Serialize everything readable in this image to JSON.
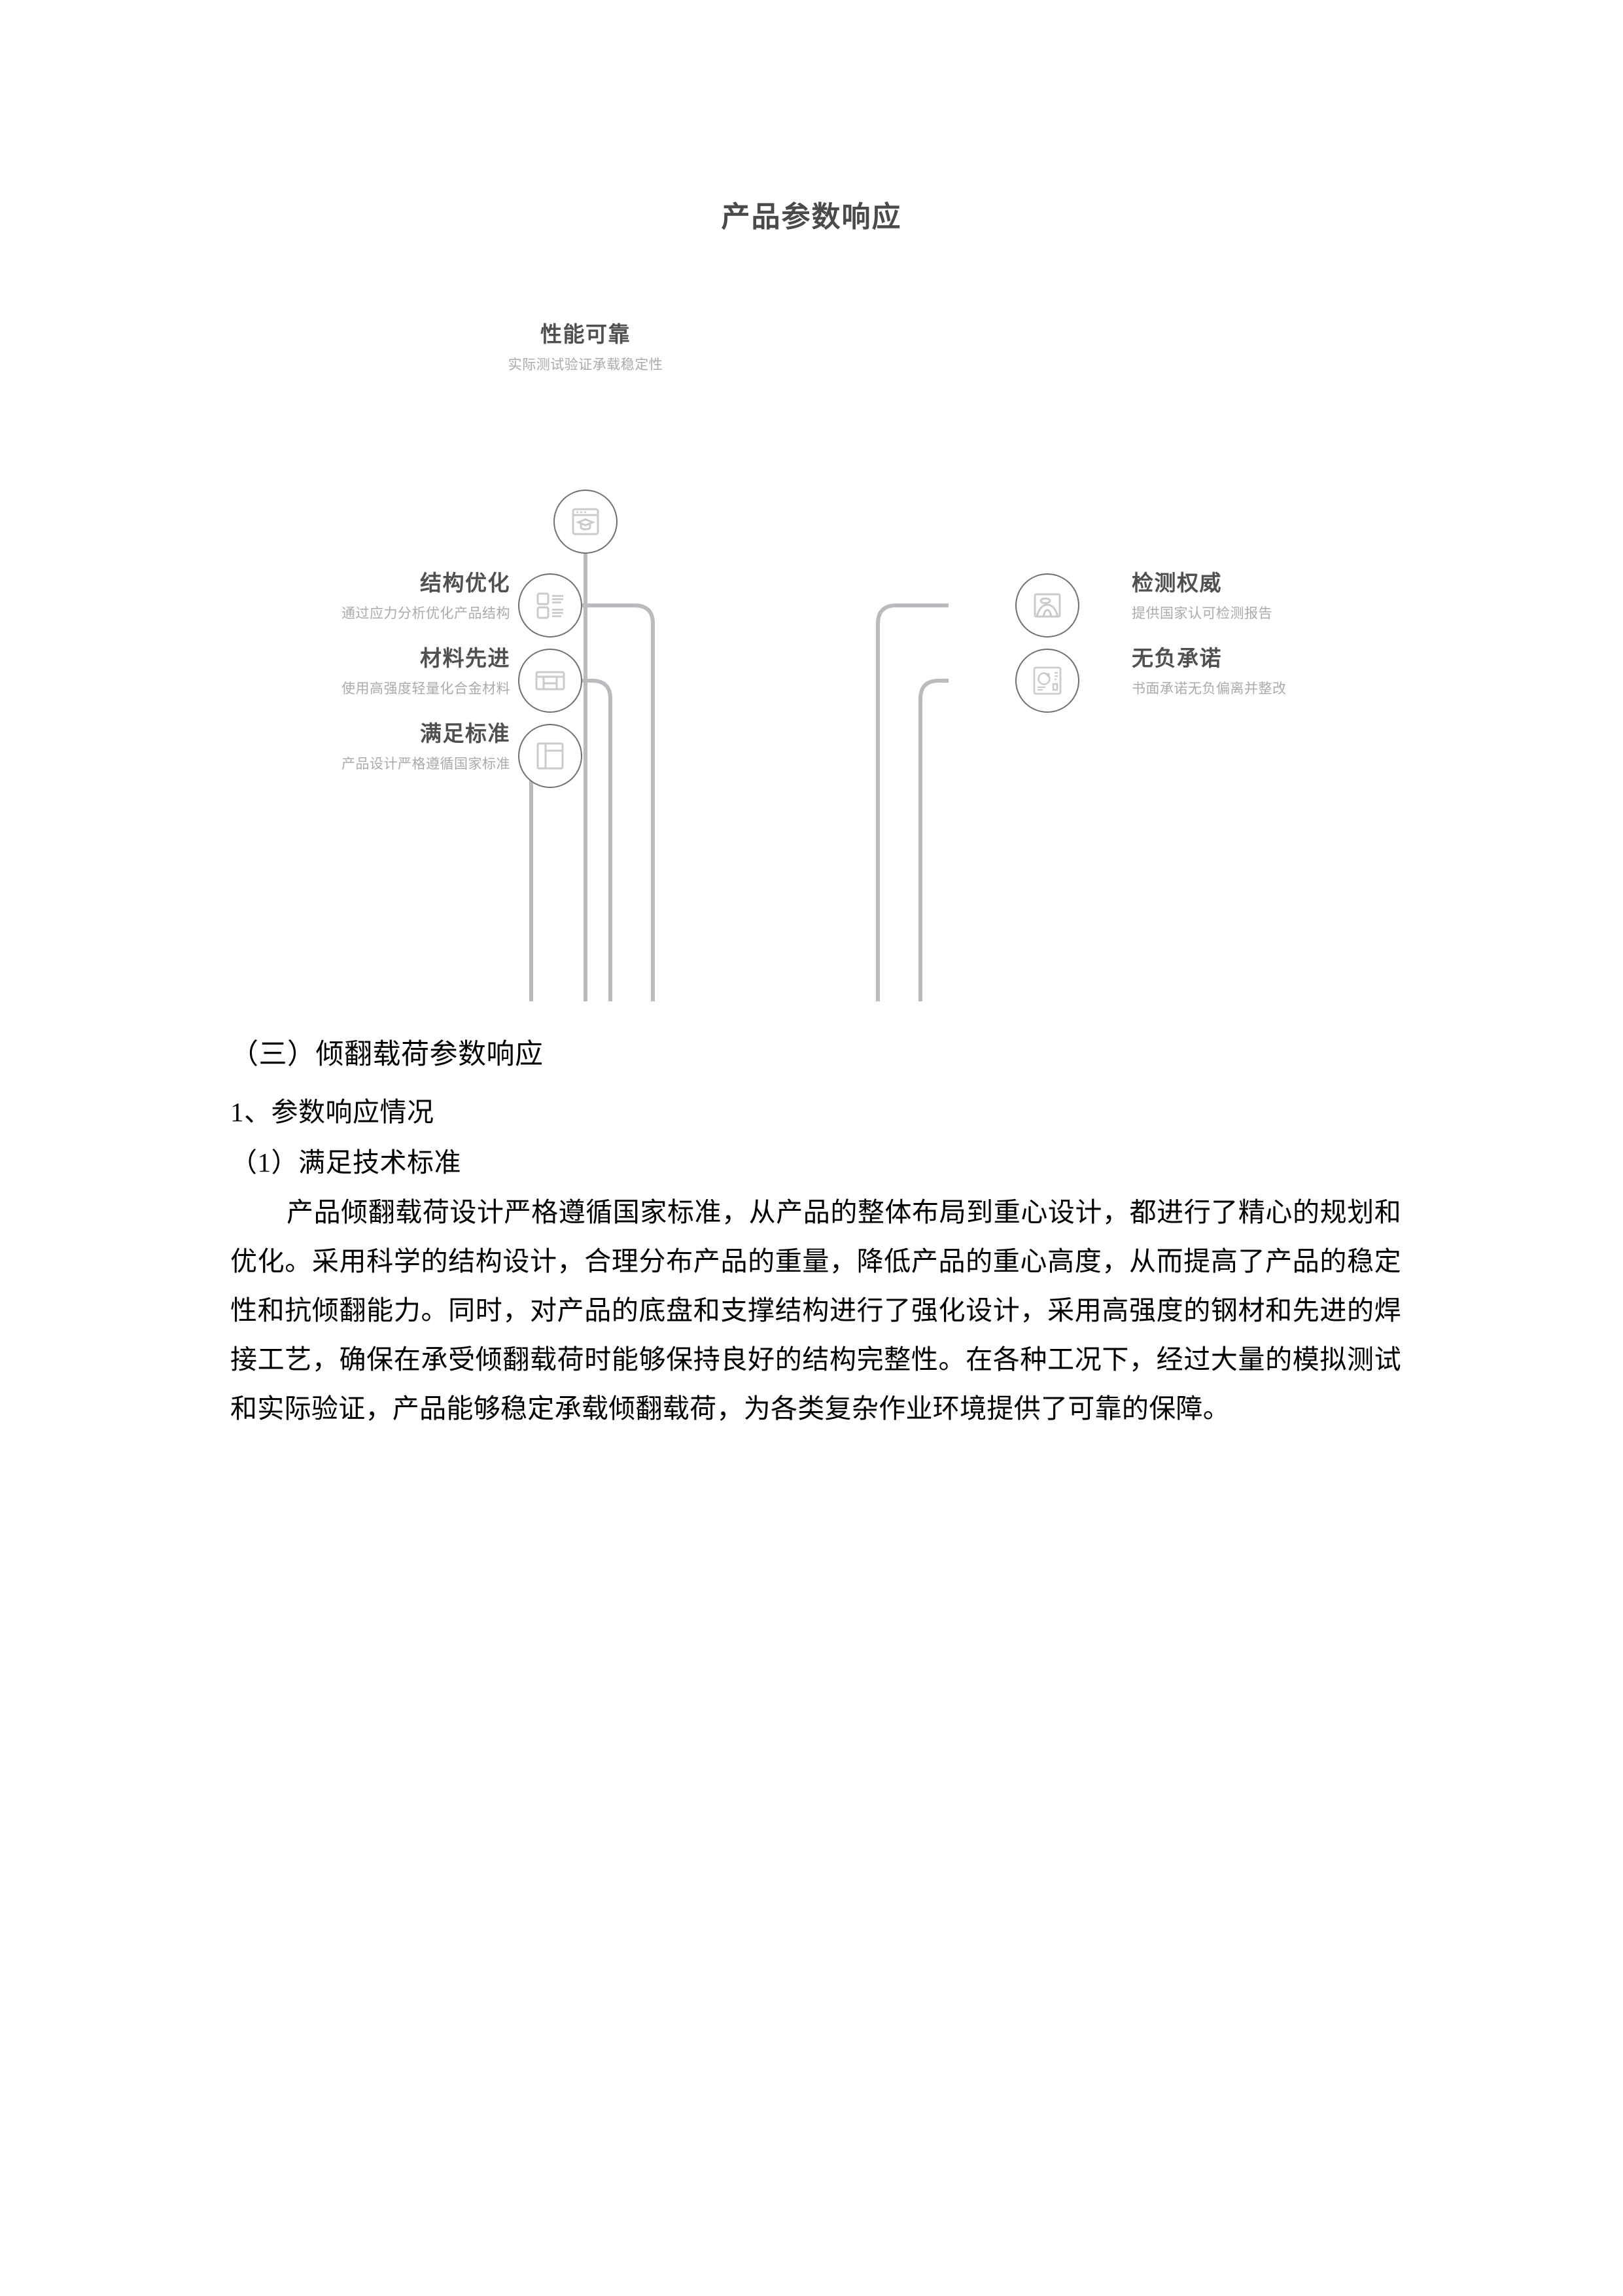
{
  "document": {
    "title": "产品参数响应",
    "headings": [
      {
        "id": "section",
        "text": "（三）倾翻载荷参数响应"
      },
      {
        "id": "subsection",
        "text": "1、参数响应情况"
      },
      {
        "id": "item",
        "text": "（1）满足技术标准"
      }
    ],
    "paragraph": "产品倾翻载荷设计严格遵循国家标准，从产品的整体布局到重心设计，都进行了精心的规划和优化。采用科学的结构设计，合理分布产品的重量，降低产品的重心高度，从而提高了产品的稳定性和抗倾翻能力。同时，对产品的底盘和支撑结构进行了强化设计，采用高强度的钢材和先进的焊接工艺，确保在承受倾翻载荷时能够保持良好的结构完整性。在各种工况下，经过大量的模拟测试和实际验证，产品能够稳定承载倾翻载荷，为各类复杂作业环境提供了可靠的保障。"
  },
  "colors": {
    "title_gray": "#4a4a4a",
    "node_title_gray": "#4f5052",
    "node_desc_gray": "#a9abae",
    "line_gray": "#b9bbbe",
    "circle_stroke": "#6f7073",
    "icon_gray": "#c9cbce",
    "body_black": "#000000"
  },
  "infographic": {
    "nodes": [
      {
        "id": "top-center",
        "title": "性能可靠",
        "desc": "实际测试验证承载稳定性",
        "icon": "browser-graduation-cap-icon",
        "position": "top-center"
      },
      {
        "id": "left-1",
        "title": "结构优化",
        "desc": "通过应力分析优化产品结构",
        "icon": "list-view-icon",
        "position": "left"
      },
      {
        "id": "left-2",
        "title": "材料先进",
        "desc": "使用高强度轻量化合金材料",
        "icon": "table-grid-icon",
        "position": "left"
      },
      {
        "id": "left-3",
        "title": "满足标准",
        "desc": "产品设计严格遵循国家标准",
        "icon": "layout-sidebar-icon",
        "position": "left"
      },
      {
        "id": "right-1",
        "title": "检测权威",
        "desc": "提供国家认可检测报告",
        "icon": "image-picture-icon",
        "position": "right"
      },
      {
        "id": "right-2",
        "title": "无负承诺",
        "desc": "书面承诺无负偏离并整改",
        "icon": "infographic-chart-icon",
        "position": "right"
      }
    ]
  }
}
